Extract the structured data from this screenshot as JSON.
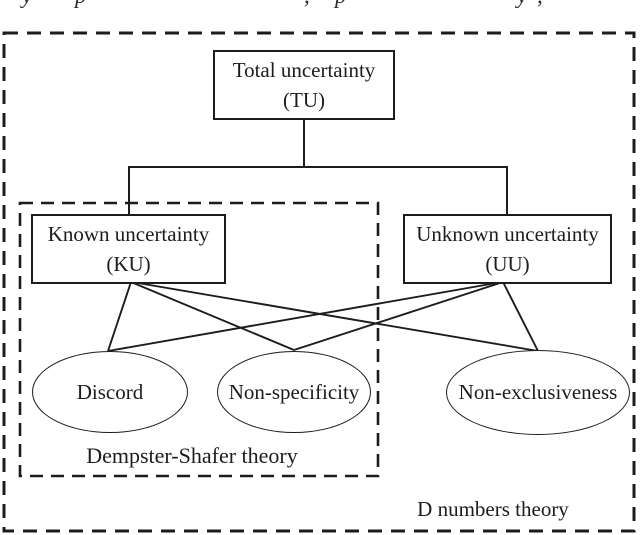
{
  "figure": {
    "background": "#ffffff",
    "ink": "#1c1c1c",
    "cropped_text_fragments": [
      "y",
      "p",
      ",",
      "p",
      "y",
      ","
    ],
    "nodes": {
      "total_uncertainty": {
        "title": "Total uncertainty",
        "abbr": "(TU)"
      },
      "known_uncertainty": {
        "title": "Known uncertainty",
        "abbr": "(KU)"
      },
      "unknown_uncertainty": {
        "title": "Unknown uncertainty",
        "abbr": "(UU)"
      },
      "discord": {
        "label": "Discord"
      },
      "non_specificity": {
        "label": "Non-specificity"
      },
      "non_exclusiveness": {
        "label": "Non-exclusiveness"
      }
    },
    "regions": {
      "dempster_shafer": {
        "label": "Dempster-Shafer theory"
      },
      "d_numbers": {
        "label": "D numbers theory"
      }
    }
  }
}
